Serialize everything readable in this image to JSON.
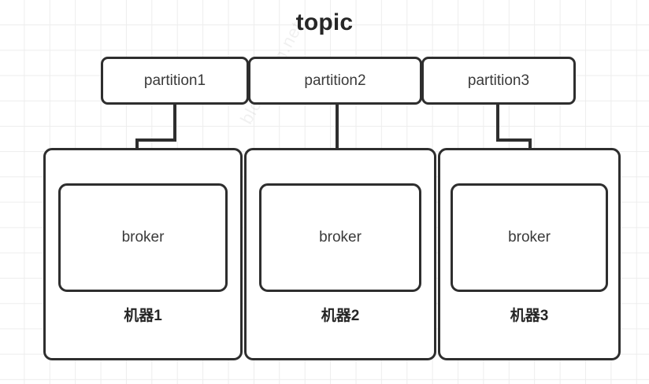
{
  "diagram": {
    "title": "topic",
    "watermark": "blog.csdn.net",
    "partitions": [
      {
        "label": "partition1"
      },
      {
        "label": "partition2"
      },
      {
        "label": "partition3"
      }
    ],
    "machines": [
      {
        "broker_label": "broker",
        "label": "机器1"
      },
      {
        "broker_label": "broker",
        "label": "机器2"
      },
      {
        "broker_label": "broker",
        "label": "机器3"
      }
    ],
    "connectors": [
      {
        "name": "partition1-to-broker1",
        "from": "partition1",
        "to": "机器1"
      },
      {
        "name": "partition2-to-broker2",
        "from": "partition2",
        "to": "机器2"
      },
      {
        "name": "partition3-to-broker3",
        "from": "partition3",
        "to": "机器3"
      }
    ],
    "colors": {
      "stroke": "#2e2e2e",
      "text": "#3a3a3a",
      "title": "#262626",
      "background": "#ffffff",
      "grid": "#ededed"
    }
  }
}
